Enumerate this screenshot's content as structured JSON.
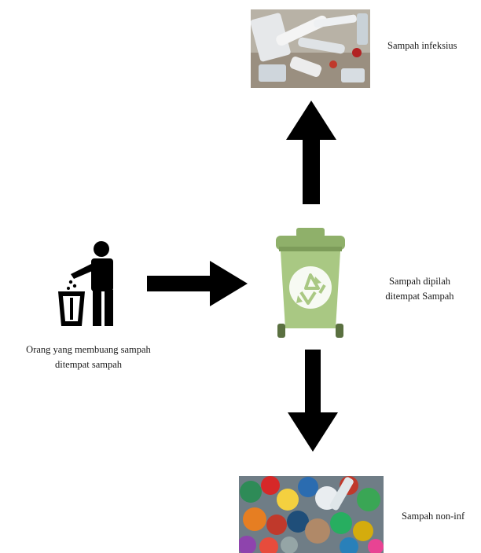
{
  "labels": {
    "infectious": "Sampah infeksius",
    "sorted_line1": "Sampah dipilah",
    "sorted_line2": "ditempat Sampah",
    "person_line1": "Orang yang membuang sampah",
    "person_line2": "ditempat sampah",
    "non_infectious": "Sampah non-inf"
  },
  "icons": {
    "person": "person-throwing-trash-icon",
    "bin": "recycle-bin-icon",
    "arrow_right": "arrow-right-icon",
    "arrow_up": "arrow-up-icon",
    "arrow_down": "arrow-down-icon",
    "infectious_photo": "medical-waste-photo",
    "non_infectious_photo": "plastic-waste-photo"
  },
  "colors": {
    "bin_body": "#a9c883",
    "bin_lid": "#8fb06a",
    "bin_dark": "#5a7040",
    "arrow": "#000000"
  }
}
